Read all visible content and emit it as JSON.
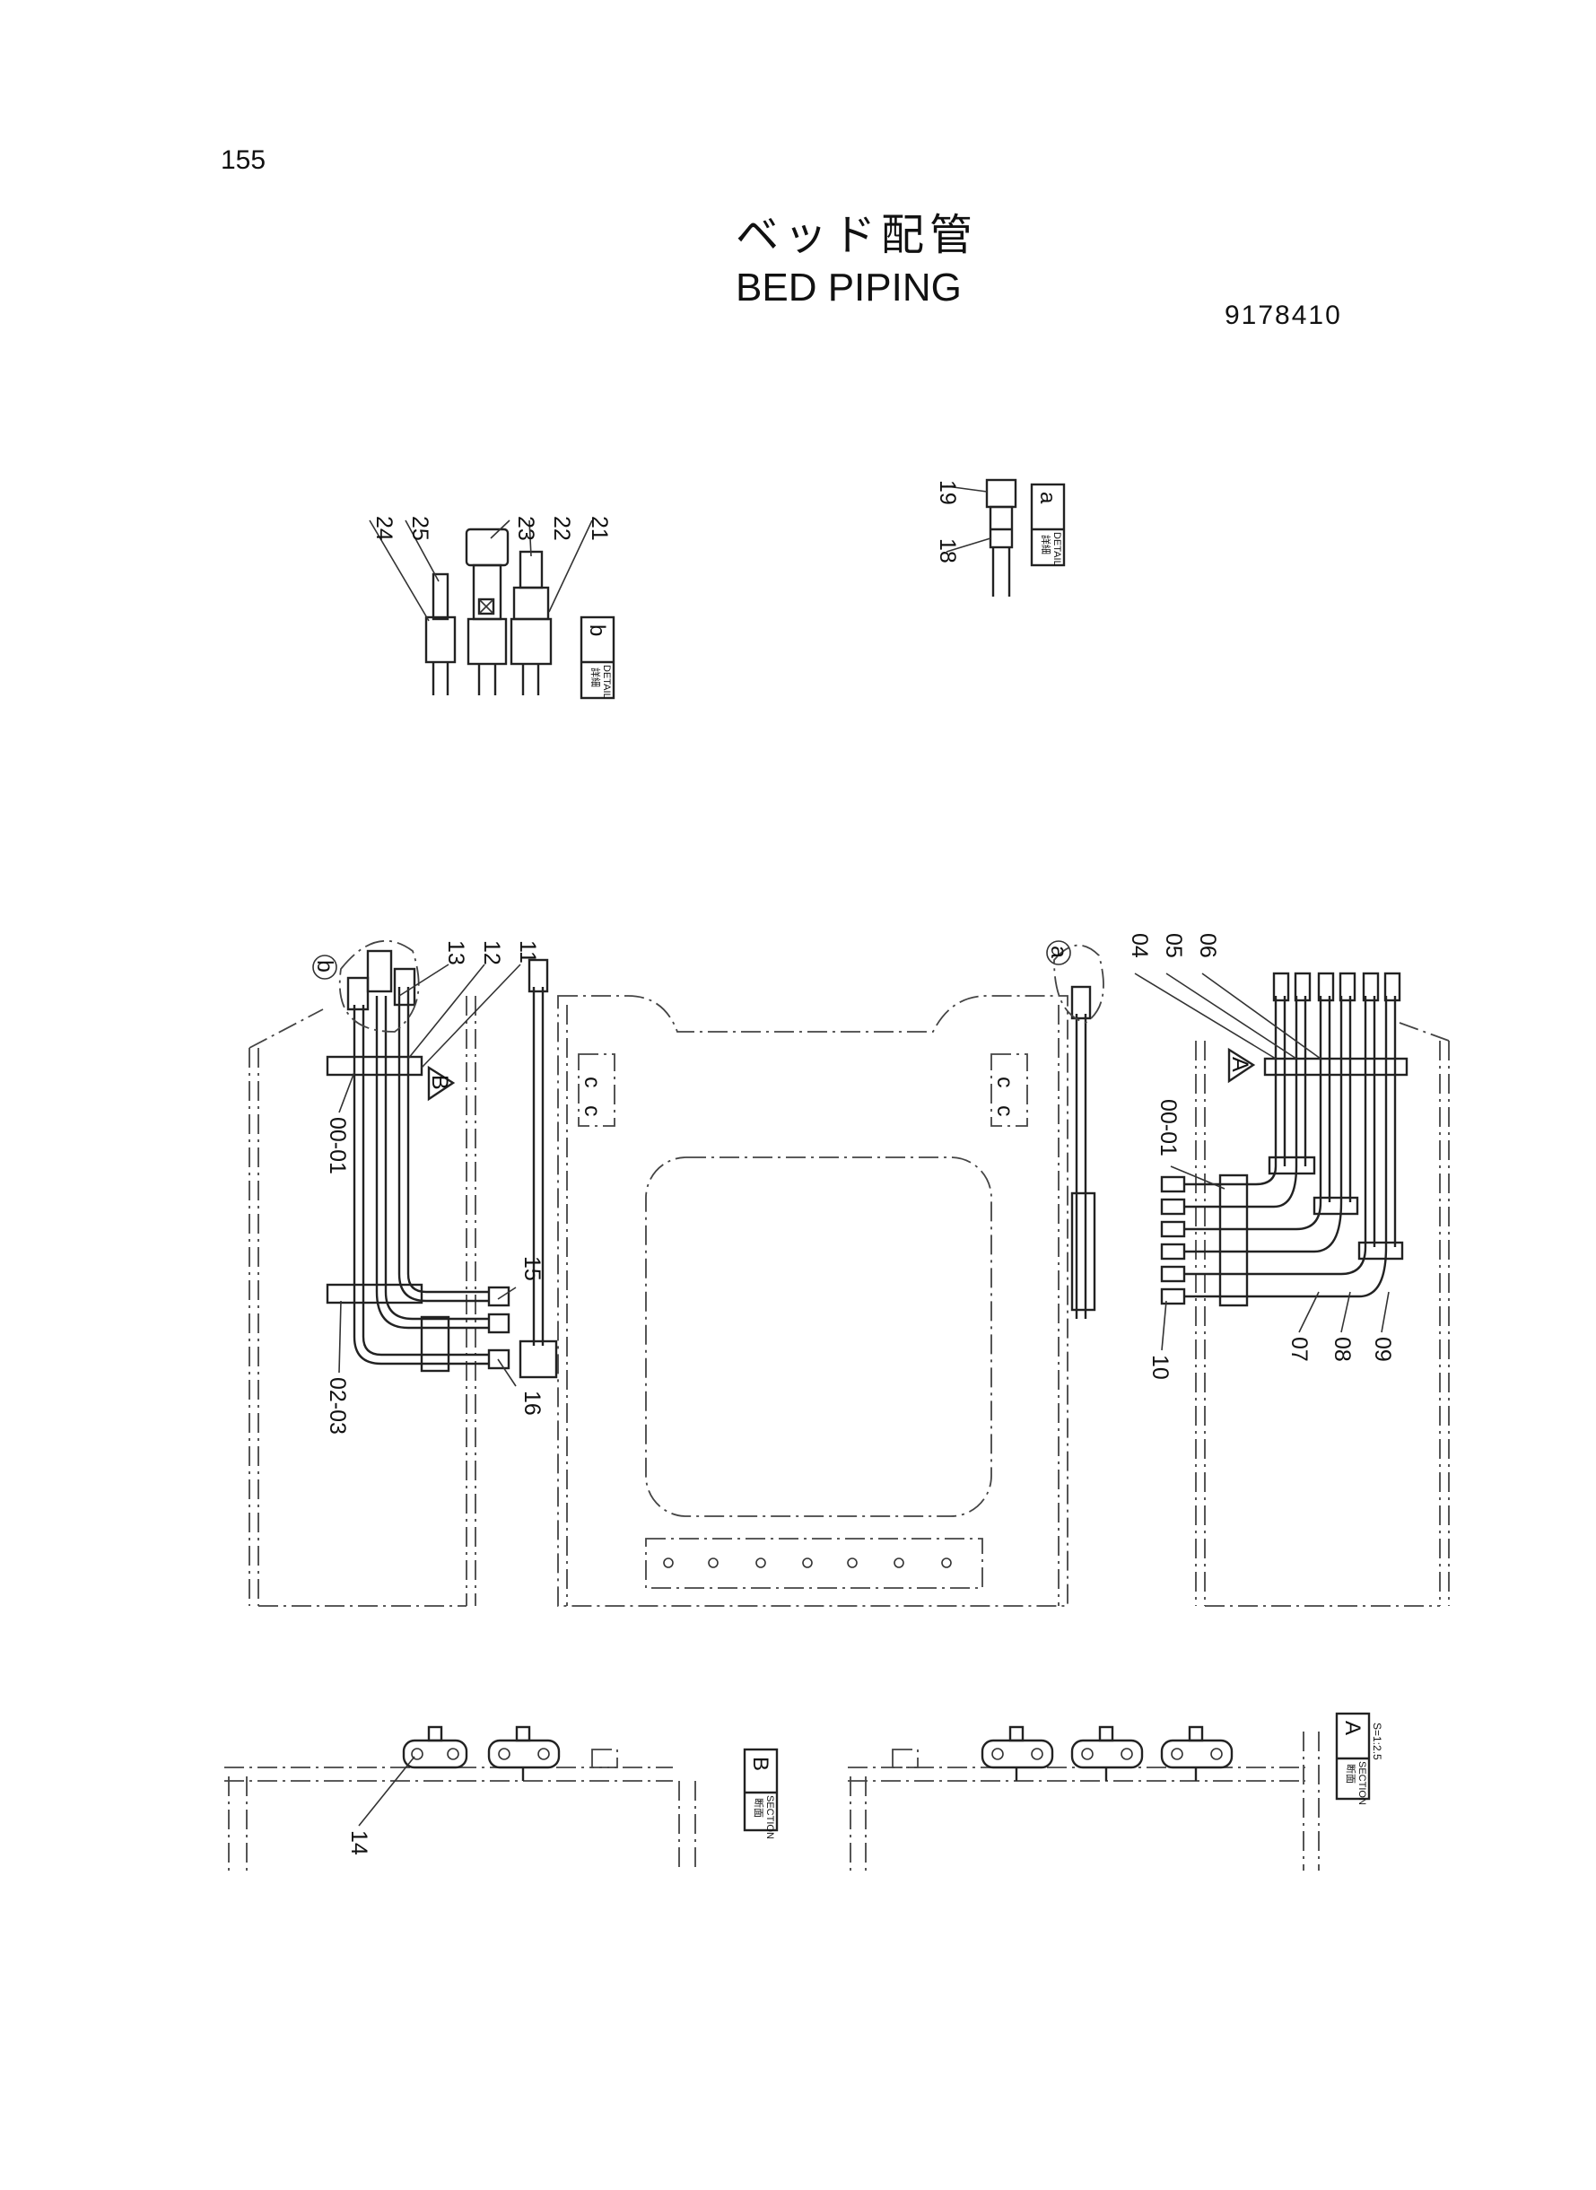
{
  "header": {
    "page_number": "155",
    "title_jp": "ベッド配管",
    "title_en": "BED PIPING",
    "part_number": "9178410"
  },
  "detail_b": {
    "tag_jp": "詳細",
    "tag_en": "DETAIL",
    "letter": "b",
    "callouts": [
      "24",
      "25",
      "23",
      "22",
      "21"
    ]
  },
  "detail_a": {
    "tag_jp": "詳細",
    "tag_en": "DETAIL",
    "letter": "a",
    "callouts": [
      "19",
      "18"
    ]
  },
  "main_view": {
    "left_callouts": [
      "13",
      "12",
      "11",
      "00-01",
      "15",
      "02-03",
      "16"
    ],
    "right_callouts": [
      "04",
      "05",
      "06",
      "00-01",
      "10",
      "07",
      "08",
      "09"
    ],
    "view_markers": [
      "B",
      "A"
    ],
    "circle_markers": [
      "b",
      "a"
    ],
    "plate_letters": [
      "c",
      "c",
      "c",
      "c"
    ]
  },
  "section_b": {
    "tag_jp": "断面",
    "tag_en": "SECTION",
    "letter": "B",
    "callouts": [
      "14"
    ]
  },
  "section_a": {
    "tag_jp": "断面",
    "tag_en": "SECTION",
    "letter": "A",
    "scale": "S=1:2.5"
  }
}
